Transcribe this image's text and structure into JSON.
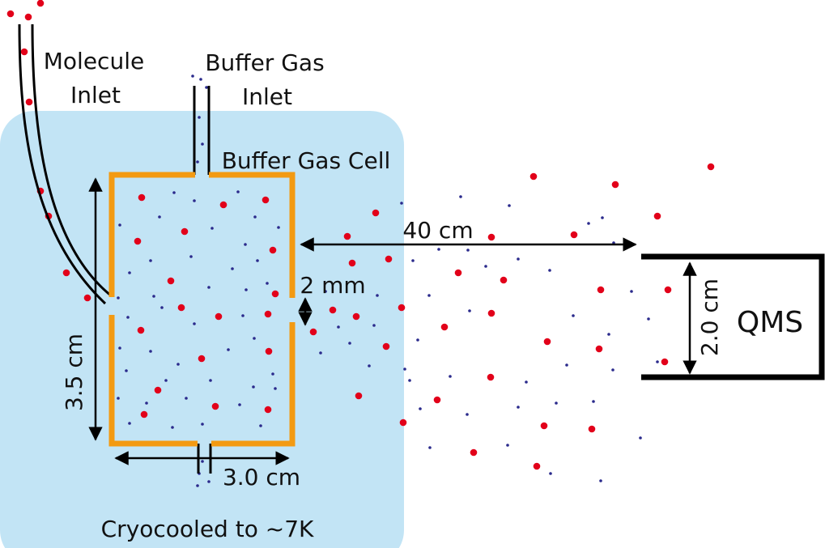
{
  "labels": {
    "molecule_inlet_line1": "Molecule",
    "molecule_inlet_line2": "Inlet",
    "buffer_gas_inlet_line1": "Buffer Gas",
    "buffer_gas_inlet_line2": "Inlet",
    "buffer_gas_cell": "Buffer Gas Cell",
    "distance_to_qms": "40 cm",
    "aperture_size": "2 mm",
    "cell_height": "3.5 cm",
    "cell_width": "3.0 cm",
    "qms_aperture": "2.0 cm",
    "qms": "QMS",
    "cryocooled": "Cryocooled to ~7K"
  },
  "colors": {
    "cryo_region": "#c2e4f5",
    "cell_wall": "#f39a12",
    "molecule_particle": "#e2001a",
    "buffer_gas_particle": "#2a2a8c",
    "outline": "#000000"
  },
  "icons": {
    "molecule": "red-dot",
    "buffer_gas_atom": "blue-dot"
  }
}
